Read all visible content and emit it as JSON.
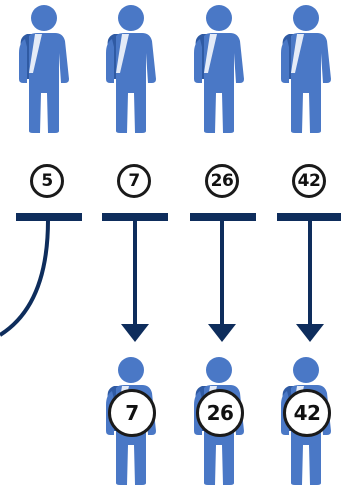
{
  "colors": {
    "figure": "#4a78c6",
    "figure_dark": "#2f5aa3",
    "connector": "#0e2d5c",
    "badge_border": "#1a1a1a"
  },
  "top_figures": [
    {
      "value": "5"
    },
    {
      "value": "7"
    },
    {
      "value": "26"
    },
    {
      "value": "42"
    }
  ],
  "bottom_figures": [
    {
      "value": "7"
    },
    {
      "value": "26"
    },
    {
      "value": "42"
    }
  ]
}
